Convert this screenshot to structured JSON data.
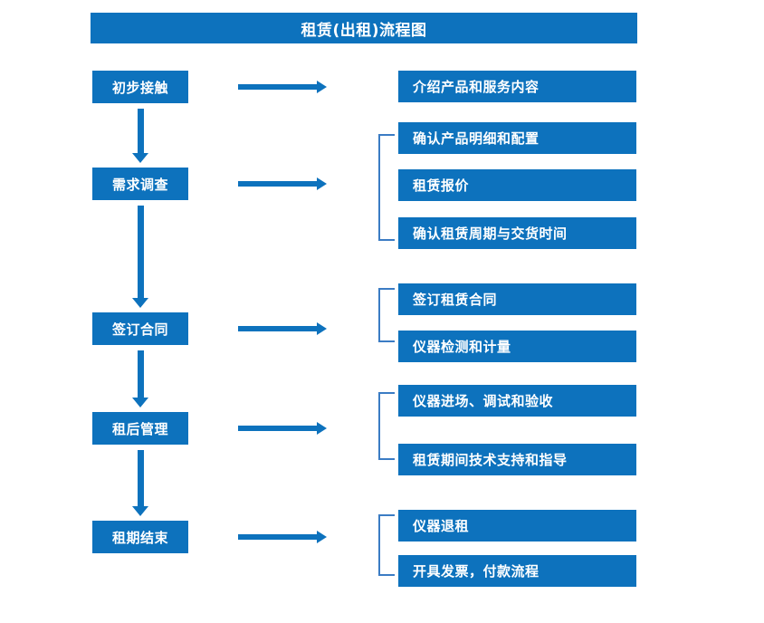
{
  "chart_data": {
    "type": "diagram",
    "diagram_type": "flowchart",
    "title": "租赁(出租)流程图",
    "orientation": "vertical-stages-with-right-details",
    "stages": [
      {
        "label": "初步接触",
        "details": [
          "介绍产品和服务内容"
        ],
        "bracketed": false
      },
      {
        "label": "需求调查",
        "details": [
          "确认产品明细和配置",
          "租赁报价",
          "确认租赁周期与交货时间"
        ],
        "bracketed": true
      },
      {
        "label": "签订合同",
        "details": [
          "签订租赁合同",
          "仪器检测和计量"
        ],
        "bracketed": true
      },
      {
        "label": "租后管理",
        "details": [
          "仪器进场、调试和验收",
          "租赁期间技术支持和指导"
        ],
        "bracketed": true
      },
      {
        "label": "租期结束",
        "details": [
          "仪器退租",
          "开具发票，付款流程"
        ],
        "bracketed": true
      }
    ]
  },
  "header": {
    "title": "租赁(出租)流程图"
  },
  "stages": [
    {
      "label": "初步接触"
    },
    {
      "label": "需求调查"
    },
    {
      "label": "签订合同"
    },
    {
      "label": "租后管理"
    },
    {
      "label": "租期结束"
    }
  ],
  "details": [
    {
      "label": "介绍产品和服务内容"
    },
    {
      "label": "确认产品明细和配置"
    },
    {
      "label": "租赁报价"
    },
    {
      "label": "确认租赁周期与交货时间"
    },
    {
      "label": "签订租赁合同"
    },
    {
      "label": "仪器检测和计量"
    },
    {
      "label": "仪器进场、调试和验收"
    },
    {
      "label": "租赁期间技术支持和指导"
    },
    {
      "label": "仪器退租"
    },
    {
      "label": "开具发票，付款流程"
    }
  ],
  "colors": {
    "box_fill": "#0d72bd",
    "box_text": "#ffffff",
    "arrow": "#0d72bd",
    "bracket": "#3b7cc4",
    "background": "#ffffff"
  }
}
